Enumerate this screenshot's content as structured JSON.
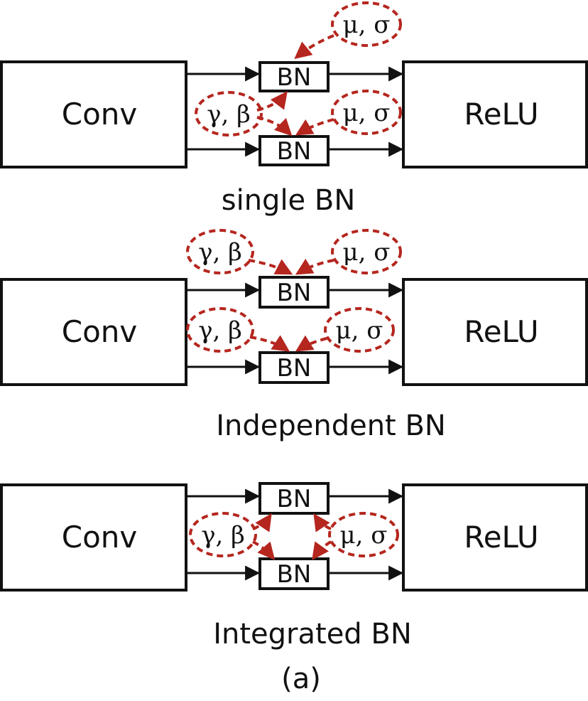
{
  "colors": {
    "accent": "#b5261e",
    "line": "#111111"
  },
  "panels": [
    {
      "caption": "single BN",
      "left_block": "Conv",
      "right_block": "ReLU",
      "bn_top": "BN",
      "bn_bottom": "BN",
      "params_a": "γ, β",
      "params_b": "μ, σ",
      "params_c": "μ, σ"
    },
    {
      "caption": "Independent BN",
      "left_block": "Conv",
      "right_block": "ReLU",
      "bn_top": "BN",
      "bn_bottom": "BN",
      "params_a": "γ, β",
      "params_b": "μ, σ",
      "params_c": "γ, β",
      "params_d": "μ, σ"
    },
    {
      "caption": "Integrated BN",
      "left_block": "Conv",
      "right_block": "ReLU",
      "bn_top": "BN",
      "bn_bottom": "BN",
      "params_a": "γ, β",
      "params_b": "μ, σ"
    }
  ],
  "figure_label": "(a)"
}
